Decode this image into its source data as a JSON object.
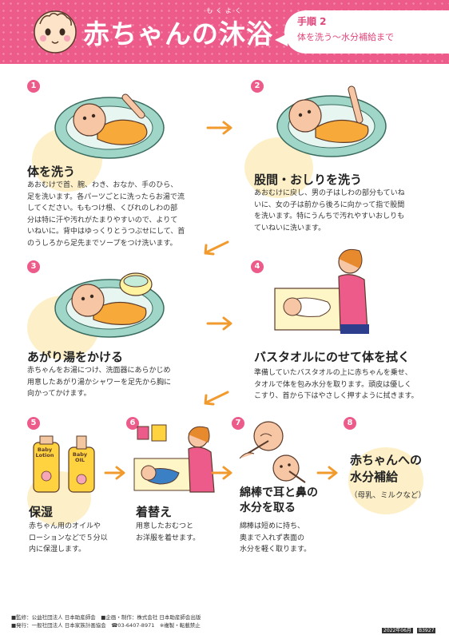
{
  "header": {
    "title": "赤ちゃんの沐浴",
    "ruby": "もくよく",
    "step_label": "手順 2",
    "subtitle": "体を洗う〜水分補給まで"
  },
  "steps": [
    {
      "number": "1",
      "title": "体を洗う",
      "lines": [
        "あおむけで首、腕、わき、おなか、手のひら、",
        "足を洗います。各パーツごとに洗ったらお湯で流",
        "してください。ももつけ根、くびれのしわの部",
        "分は特に汗や汚れがたまりやすいので、よりて",
        "いねいに。背中はゆっくりとうつぶせにして、首",
        "のうしろから足先までソープをつけ洗います。"
      ]
    },
    {
      "number": "2",
      "title": "股間・おしりを洗う",
      "lines": [
        "あおむけに戻し、男の子はしわの部分もていね",
        "いに、女の子は前から後ろに向かって指で股間",
        "を洗います。特にうんちで汚れやすいおしりも",
        "ていねいに洗います。"
      ]
    },
    {
      "number": "3",
      "title": "あがり湯をかける",
      "lines": [
        "赤ちゃんをお湯につけ、洗面器にあらかじめ",
        "用意したあがり湯かシャワーを足先から胸に",
        "向かってかけます。"
      ]
    },
    {
      "number": "4",
      "title": "バスタオルにのせて体を拭く",
      "lines": [
        "準備していたバスタオルの上に赤ちゃんを乗せ、",
        "タオルで体を包み水分を取ります。頭皮は優しく",
        "こすり、首から下はやさしく押すように拭きます。"
      ]
    },
    {
      "number": "5",
      "title": "保湿",
      "lines": [
        "赤ちゃん用のオイルや",
        "ローションなどで５分以",
        "内に保湿します。"
      ]
    },
    {
      "number": "6",
      "title": "着替え",
      "lines": [
        "用意したおむつと",
        "お洋服を着せます。"
      ]
    },
    {
      "number": "7",
      "title_line1": "綿棒で耳と鼻の",
      "title_line2": "水分を取る",
      "lines": [
        "綿棒は短めに持ち、",
        "奥まで入れず表面の",
        "水分を軽く取ります。"
      ]
    },
    {
      "number": "8",
      "title_line1": "赤ちゃんへの",
      "title_line2": "水分補給",
      "note": "（母乳、ミルクなど）"
    }
  ],
  "bottles": {
    "lotion": [
      "Baby",
      "Lotion"
    ],
    "oil": [
      "Baby",
      "OIL"
    ]
  },
  "footer": {
    "line1": "■監修：公益社団法人 日本助産師会　■企画・制作：株式会社 日本助産師会出版",
    "line2": "■発行：一般社団法人 日本家族計画協会　☎03-6407-8971　※複製・転載禁止",
    "code1": "2022年06月",
    "code2": "B3927"
  },
  "colors": {
    "accent": "#ec5b8a",
    "arrow": "#f19a2e",
    "blob": "#fdf0c8"
  }
}
